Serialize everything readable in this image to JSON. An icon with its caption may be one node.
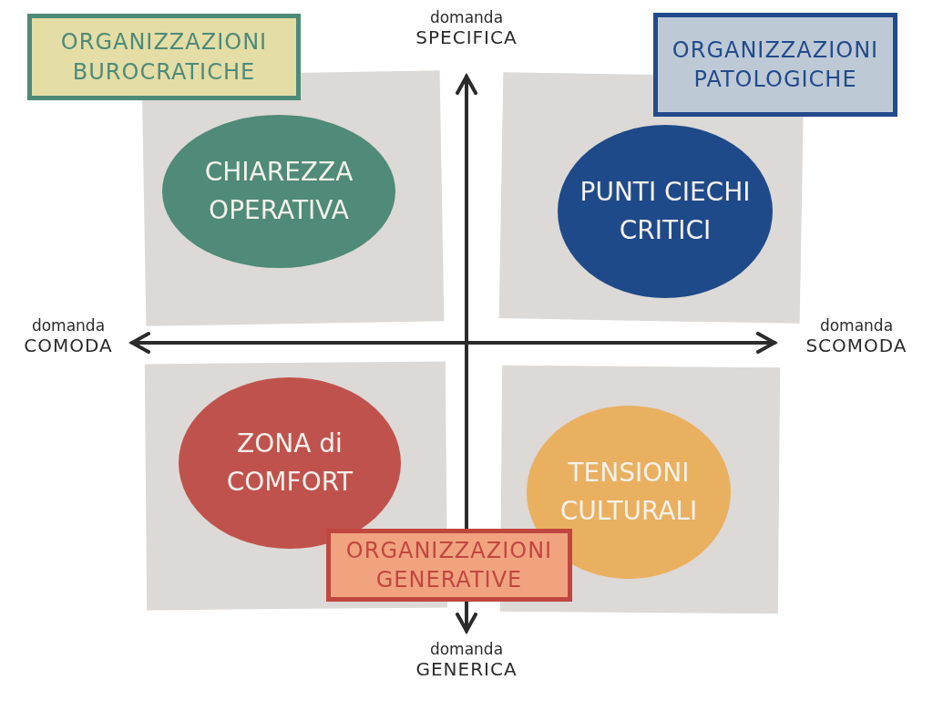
{
  "diagram": {
    "nodes": [
      {
        "text": [
          "ORGANIZZAZIONI BUROCRATICHE"
        ]
      },
      {
        "text": [
          "ORGANIZZAZIONI PATOLOGICHE"
        ]
      },
      {
        "text": [
          "CHIAREZZA OPERATIVA"
        ]
      },
      {
        "text": [
          "PUNTI CIECHI CRITICI"
        ]
      },
      {
        "text": [
          "ZONA di COMFORT"
        ]
      },
      {
        "text": [
          "TENSIONI CULTURALI"
        ]
      },
      {
        "text": [
          "ORGANIZZAZIONI GENERATIVE"
        ]
      }
    ],
    "labels": [
      "domanda SPECIFICA",
      "domanda COMODA",
      "domanda SCOMODA",
      "domanda GENERICA"
    ]
  }
}
